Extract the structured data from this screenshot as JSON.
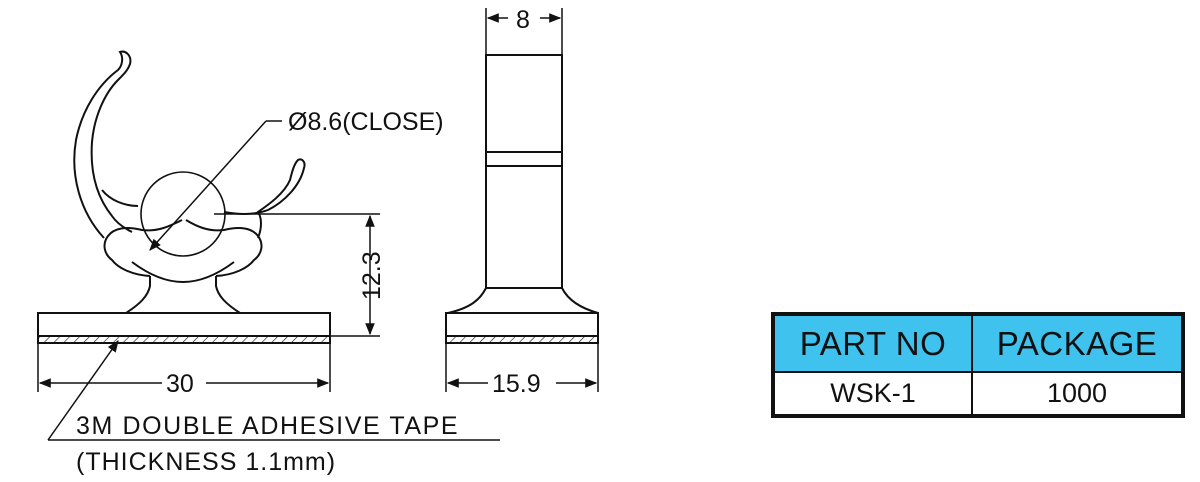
{
  "labels": {
    "diameter": "Ø8.6(CLOSE)",
    "height": "12.3",
    "base_width": "30",
    "side_width": "8",
    "side_base_width": "15.9",
    "tape_line1": "3M DOUBLE ADHESIVE TAPE",
    "tape_line2": "(THICKNESS 1.1mm)"
  },
  "table": {
    "headers": [
      "PART NO",
      "PACKAGE"
    ],
    "row": [
      "WSK-1",
      "1000"
    ],
    "header_color": "#3fc3ee"
  },
  "colors": {
    "line": "#111111"
  }
}
